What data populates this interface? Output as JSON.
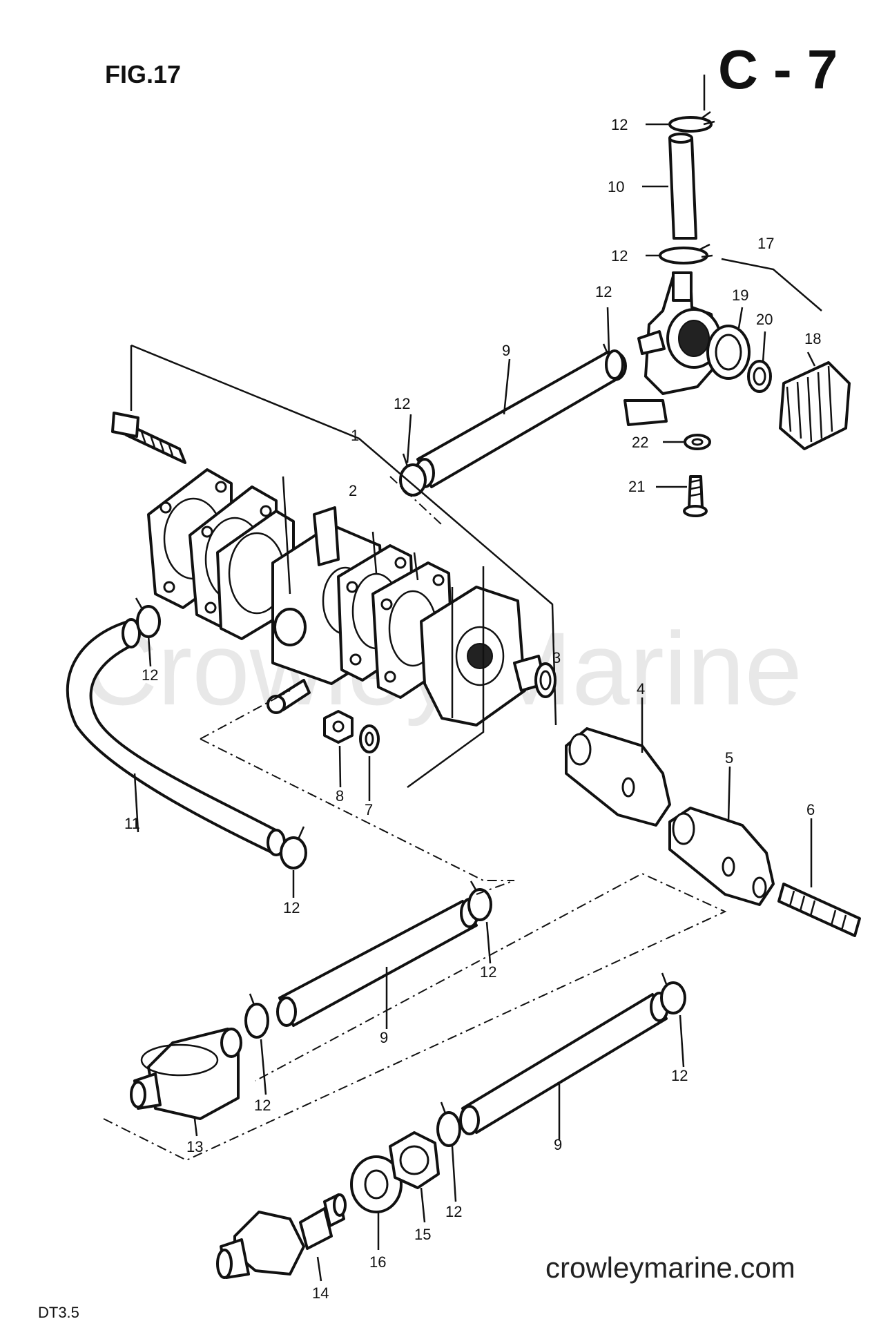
{
  "header": {
    "figure": "FIG.17",
    "section": "C - 7"
  },
  "footer": {
    "model": "DT3.5",
    "website": "crowleymarine.com"
  },
  "watermark": "Crowley Marine",
  "parts": [
    {
      "id": "p1",
      "label": "1"
    },
    {
      "id": "p2",
      "label": "2"
    },
    {
      "id": "p3",
      "label": "3"
    },
    {
      "id": "p4",
      "label": "4"
    },
    {
      "id": "p5",
      "label": "5"
    },
    {
      "id": "p6",
      "label": "6"
    },
    {
      "id": "p7",
      "label": "7"
    },
    {
      "id": "p8",
      "label": "8"
    },
    {
      "id": "p9a",
      "label": "9"
    },
    {
      "id": "p9b",
      "label": "9"
    },
    {
      "id": "p9c",
      "label": "9"
    },
    {
      "id": "p10",
      "label": "10"
    },
    {
      "id": "p11",
      "label": "11"
    },
    {
      "id": "p12a",
      "label": "12"
    },
    {
      "id": "p12b",
      "label": "12"
    },
    {
      "id": "p12c",
      "label": "12"
    },
    {
      "id": "p12d",
      "label": "12"
    },
    {
      "id": "p12e",
      "label": "12"
    },
    {
      "id": "p12f",
      "label": "12"
    },
    {
      "id": "p12g",
      "label": "12"
    },
    {
      "id": "p12h",
      "label": "12"
    },
    {
      "id": "p12i",
      "label": "12"
    },
    {
      "id": "p12j",
      "label": "12"
    },
    {
      "id": "p13",
      "label": "13"
    },
    {
      "id": "p14",
      "label": "14"
    },
    {
      "id": "p15",
      "label": "15"
    },
    {
      "id": "p16",
      "label": "16"
    },
    {
      "id": "p17",
      "label": "17"
    },
    {
      "id": "p18",
      "label": "18"
    },
    {
      "id": "p19",
      "label": "19"
    },
    {
      "id": "p20",
      "label": "20"
    },
    {
      "id": "p21",
      "label": "21"
    },
    {
      "id": "p22",
      "label": "22"
    }
  ]
}
